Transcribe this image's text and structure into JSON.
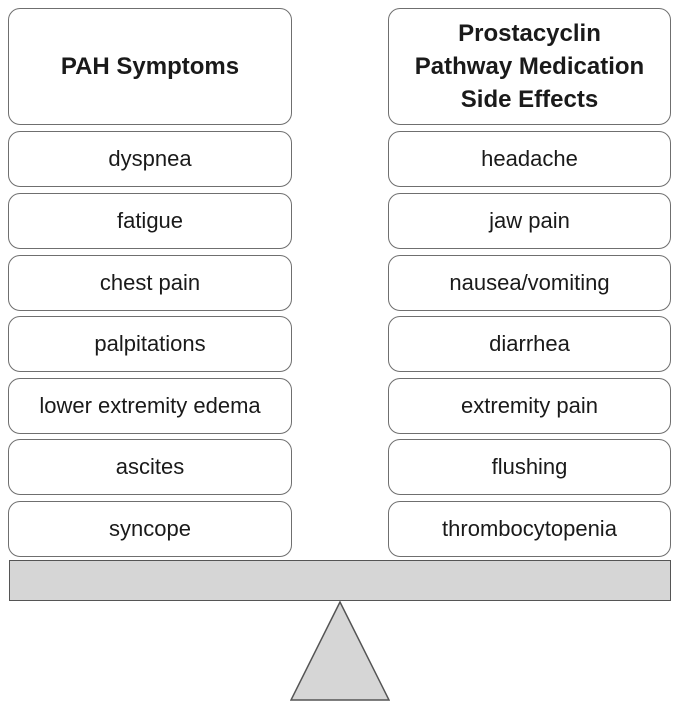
{
  "left_column": {
    "header": "PAH Symptoms",
    "items": [
      "dyspnea",
      "fatigue",
      "chest pain",
      "palpitations",
      "lower extremity edema",
      "ascites",
      "syncope"
    ]
  },
  "right_column": {
    "header_lines": [
      "Prostacyclin",
      "Pathway Medication",
      "Side Effects"
    ],
    "items": [
      "headache",
      "jaw pain",
      "nausea/vomiting",
      "diarrhea",
      "extremity pain",
      "flushing",
      "thrombocytopenia"
    ]
  },
  "colors": {
    "box_border": "#6f6f6f",
    "beam_fill": "#d6d6d6",
    "fulcrum_fill": "#d6d6d6",
    "outline": "#555555"
  }
}
